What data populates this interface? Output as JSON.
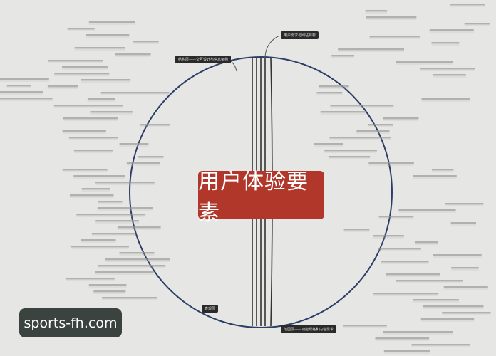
{
  "center": {
    "title": "用户体验要素",
    "color": "#b0372a"
  },
  "branches": {
    "top": "用户需求与网站目标",
    "top_left": "结构层——交互设计与信息架构",
    "bottom": "范围层——功能规格和内容需求",
    "bottom_left": "表现层"
  },
  "watermark": "sports-fh.com",
  "colors": {
    "ellipse": "#2c3e66",
    "background": "#e6e6e4",
    "lines": "#333333"
  }
}
